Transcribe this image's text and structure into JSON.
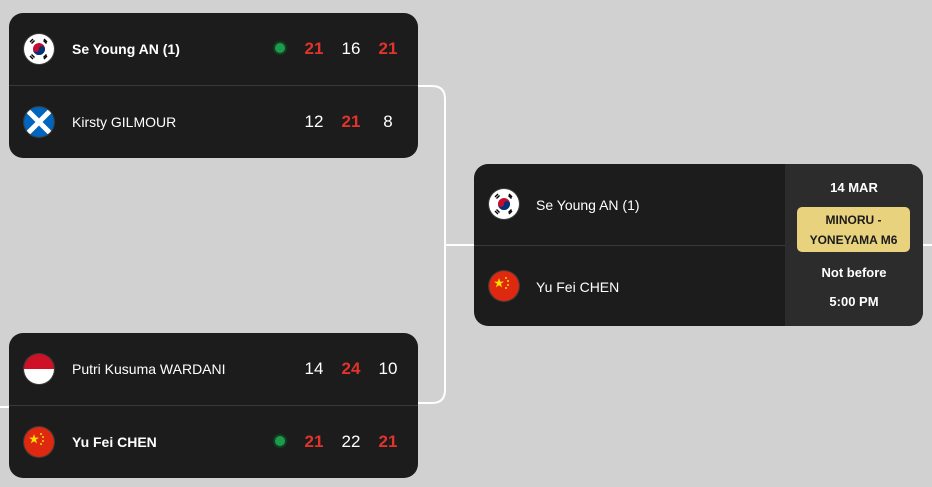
{
  "semi1": {
    "top": {
      "name": "Se Young AN (1)",
      "flag": "korea-flag-icon",
      "winner": true,
      "scores": [
        "21",
        "16",
        "21"
      ],
      "wins": [
        true,
        false,
        true
      ]
    },
    "bottom": {
      "name": "Kirsty GILMOUR",
      "flag": "scotland-flag-icon",
      "winner": false,
      "scores": [
        "12",
        "21",
        "8"
      ],
      "wins": [
        false,
        true,
        false
      ]
    }
  },
  "semi2": {
    "top": {
      "name": "Putri Kusuma WARDANI",
      "flag": "indonesia-flag-icon",
      "winner": false,
      "scores": [
        "14",
        "24",
        "10"
      ],
      "wins": [
        false,
        true,
        false
      ]
    },
    "bottom": {
      "name": "Yu Fei CHEN",
      "flag": "china-flag-icon",
      "winner": true,
      "scores": [
        "21",
        "22",
        "21"
      ],
      "wins": [
        true,
        false,
        true
      ]
    }
  },
  "final": {
    "top": {
      "name": "Se Young AN (1)",
      "flag": "korea-flag-icon"
    },
    "bottom": {
      "name": "Yu Fei CHEN",
      "flag": "china-flag-icon"
    },
    "date": "14 MAR",
    "venue": "MINORU - YONEYAMA M6",
    "not_before": "Not before",
    "time": "5:00 PM"
  },
  "colors": {
    "background": "#d1d1d1",
    "card": "#1c1c1c",
    "win_score": "#e0332b",
    "venue_badge": "#e9d27e",
    "winner_dot": "#1f9a4a"
  }
}
